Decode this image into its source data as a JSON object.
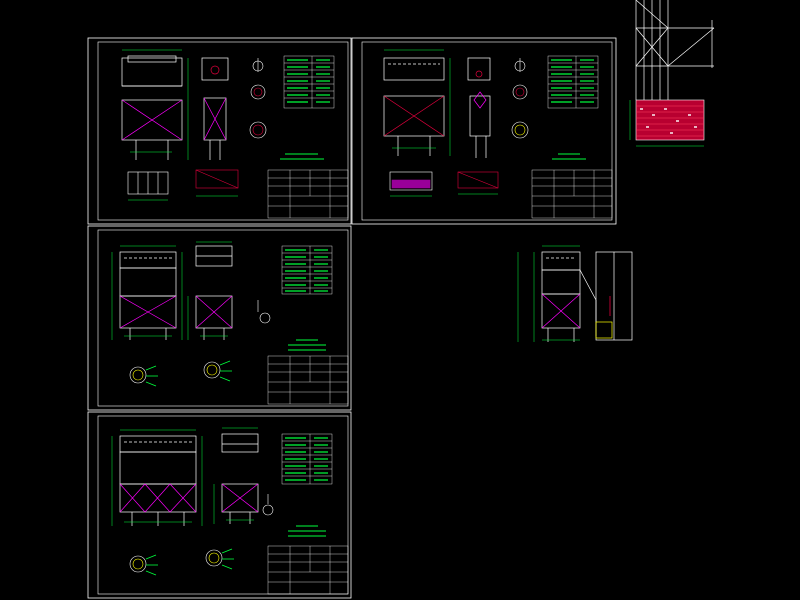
{
  "colors": {
    "background": "#000000",
    "frame": "#ffffff",
    "structure": "#ffffff",
    "dimension": "#00ff3c",
    "hatch": "#e0003c",
    "accent_magenta": "#ff00ff",
    "accent_cyan": "#00e5ff",
    "accent_yellow": "#ffff00"
  },
  "sheets": [
    {
      "id": "sheet-1",
      "equipment": "bag-filter-front-side",
      "has_bottom_view": true
    },
    {
      "id": "sheet-2",
      "equipment": "bag-filter-front-side",
      "has_bottom_view": true
    },
    {
      "id": "sheet-3",
      "equipment": "bag-filter-3-hopper",
      "has_bottom_view": false
    },
    {
      "id": "sheet-4",
      "equipment": "bag-filter-multi-hopper",
      "has_bottom_view": false
    }
  ],
  "icons": {
    "north_arrow": "north-arrow-icon",
    "flange": "flange-circle-icon",
    "hatch": "brick-hatch-icon"
  }
}
